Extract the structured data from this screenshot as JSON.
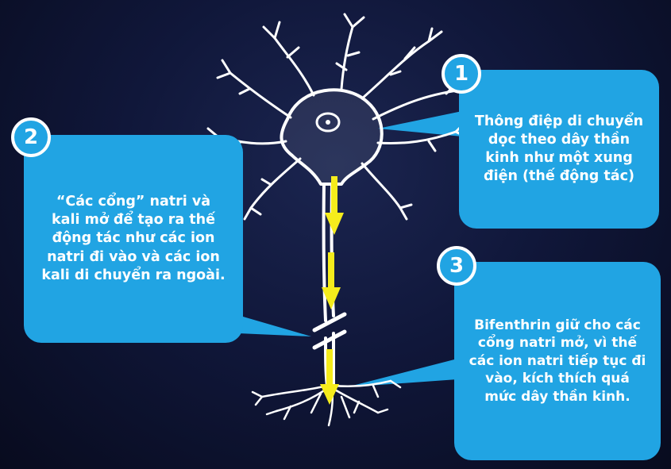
{
  "callouts": [
    {
      "number": "1",
      "text": "Thông điệp di chuyển dọc theo dây thần kinh như một xung điện (thế động tác)"
    },
    {
      "number": "2",
      "text": "“Các cổng” natri và kali mở để tạo ra thế động tác như các ion natri đi vào và các ion kali di chuyển ra ngoài."
    },
    {
      "number": "3",
      "text": "Bifenthrin giữ cho các cổng natri mở, vì thế các ion natri tiếp tục đi vào, kích thích quá mức dây thần kinh."
    }
  ],
  "colors": {
    "callout": "#21a4e3",
    "arrow": "#f5ec1c",
    "neuron": "#ffffff",
    "background": "#0d1334"
  }
}
